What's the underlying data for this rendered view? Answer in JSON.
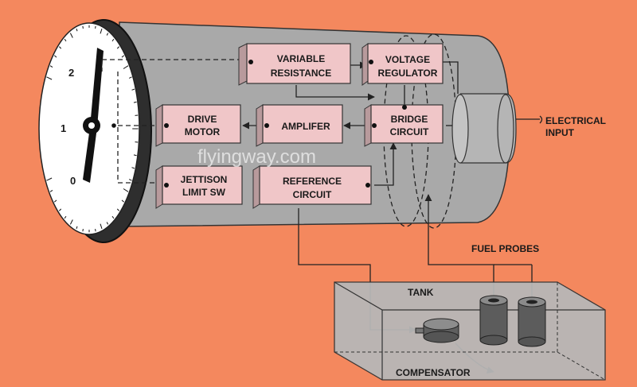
{
  "watermark": "flyingway.com",
  "gauge": {
    "ticks": [
      "0",
      "1",
      "2"
    ]
  },
  "components": {
    "variable_resistance": [
      "VARIABLE",
      "RESISTANCE"
    ],
    "voltage_regulator": [
      "VOLTAGE",
      "REGULATOR"
    ],
    "drive_motor": [
      "DRIVE",
      "MOTOR"
    ],
    "amplifier": [
      "AMPLIFER"
    ],
    "bridge_circuit": [
      "BRIDGE",
      "CIRCUIT"
    ],
    "jettison_limit_sw": [
      "JETTISON",
      "LIMIT SW"
    ],
    "reference_circuit": [
      "REFERENCE",
      "CIRCUIT"
    ]
  },
  "labels": {
    "electrical_input": [
      "ELECTRICAL",
      "INPUT"
    ],
    "fuel_probes": "FUEL PROBES",
    "tank": "TANK",
    "compensator": "COMPENSATOR"
  }
}
